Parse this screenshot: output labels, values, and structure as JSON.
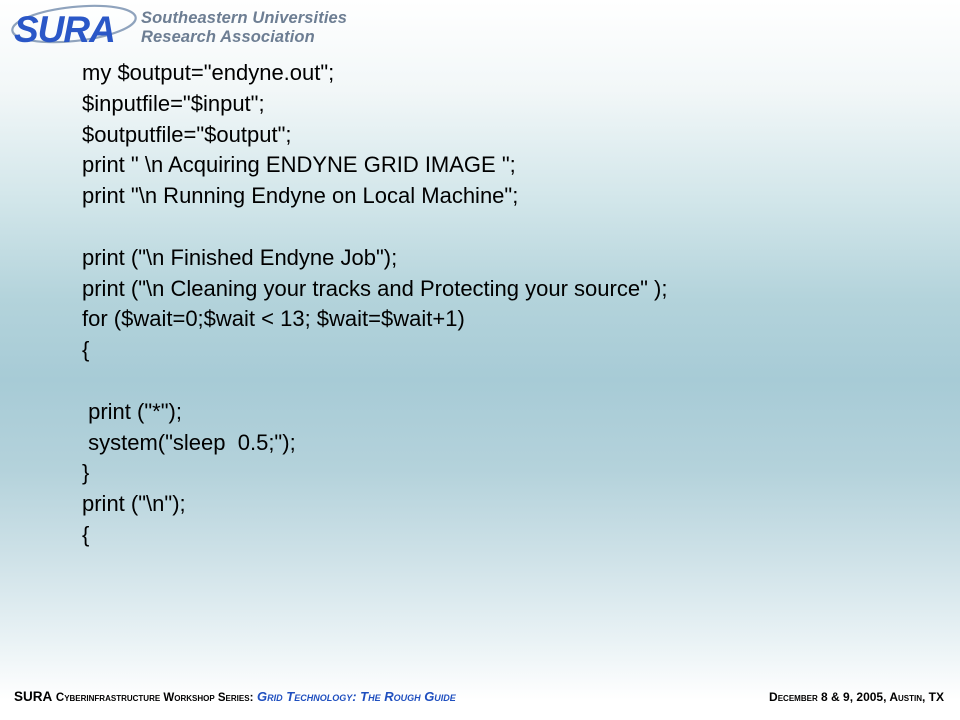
{
  "header": {
    "logo_text": "SURA",
    "org_line1": "Southeastern Universities",
    "org_line2": "Research Association"
  },
  "slide": {
    "code_lines": [
      "my $output=\"endyne.out\";",
      "$inputfile=\"$input\";",
      "$outputfile=\"$output\";",
      "print \" \\n Acquiring ENDYNE GRID IMAGE \";",
      "print \"\\n Running Endyne on Local Machine\";",
      "",
      "print (\"\\n Finished Endyne Job\");",
      "print (\"\\n Cleaning your tracks and Protecting your source\" );",
      "for ($wait=0;$wait < 13; $wait=$wait+1)",
      "{",
      "",
      " print (\"*\");",
      " system(\"sleep  0.5;\");",
      "}",
      "print (\"\\n\");",
      "{"
    ]
  },
  "footer": {
    "org": "SURA",
    "workshop": "Cyberinfrastructure Workshop Series:",
    "series_title": "Grid Technology: The Rough Guide",
    "date_location": "December 8 & 9, 2005, Austin, TX"
  },
  "colors": {
    "logo_blue": "#2a57c7",
    "org_gray": "#6d7e93",
    "series_blue": "#1f4fbf"
  }
}
